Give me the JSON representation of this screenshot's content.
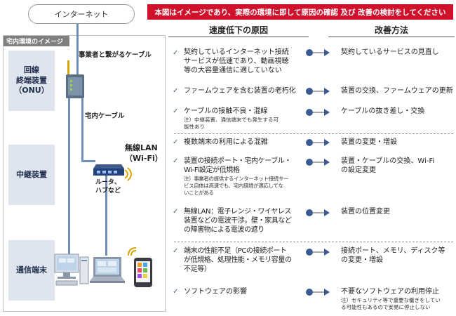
{
  "internet_label": "インターネット",
  "notice": "本図はイメージであり、実際の環境に即して原因の確認 及び 改善の検討をしてください",
  "home": {
    "header": "宅内環境のイメージ",
    "categories": {
      "onu": [
        "回線",
        "終端装置",
        "（ONU）"
      ],
      "relay": "中継装置",
      "terminal": "通信端末"
    },
    "labels": {
      "isp_cable": "事業者と繋がるケーブル",
      "indoor_cable": "宅内ケーブル",
      "wifi": [
        "無線LAN",
        "（Wi-Fi）"
      ],
      "router": [
        "ルータ、",
        "ハブなど"
      ]
    }
  },
  "columns": {
    "cause": "速度低下の原因",
    "fix": "改善方法"
  },
  "rows": [
    {
      "cause": [
        "契約しているインターネット接続",
        "サービスが低速であり、動画視聴",
        "等の大容量通信に適していない"
      ],
      "fix": [
        "契約しているサービスの見直し"
      ]
    },
    {
      "cause": [
        "ファームウェアを含む装置の老朽化"
      ],
      "fix": [
        "装置の交換、ファームウェアの更新"
      ]
    },
    {
      "cause": [
        "ケーブルの接触不良・混線"
      ],
      "note": [
        "注）中継装置、通信端末でも発生する可",
        "能性あり"
      ],
      "fix": [
        "ケーブルの抜き差し・交換"
      ]
    },
    {
      "cause": [
        "複数端末の利用による混雑"
      ],
      "fix": [
        "装置の変更・増設"
      ]
    },
    {
      "cause": [
        "装置の接続ポート・宅内ケーブル・",
        "Wi-Fi設定が低規格"
      ],
      "note": [
        "注）事業者の提供するインターネット接続サー",
        "ビス自体は高速でも、宅内環境が適応してな",
        "いことがある"
      ],
      "fix": [
        "装置・ケーブルの交換、Wi-Fi",
        "の設定変更"
      ]
    },
    {
      "cause": [
        "無線LAN：電子レンジ・ワイヤレス",
        "装置などの電波干渉。壁・家具など",
        "の障害物による電波の遮り"
      ],
      "fix": [
        "装置の位置変更"
      ]
    },
    {
      "cause": [
        "端末の性能不足（PCの接続ポート",
        "が低規格、処理性能・メモリ容量の",
        "不足等）"
      ],
      "fix": [
        "接続ポート、メモリ、ディスク等",
        "の変更・増設"
      ]
    },
    {
      "cause": [
        "ソフトウェアの影響"
      ],
      "fix": [
        "不要なソフトウェアの利用停止"
      ],
      "fix_note": [
        "注）セキュリティ等で重要な働きをしてい",
        "る可能性もあるので安易に停止しない"
      ]
    }
  ]
}
